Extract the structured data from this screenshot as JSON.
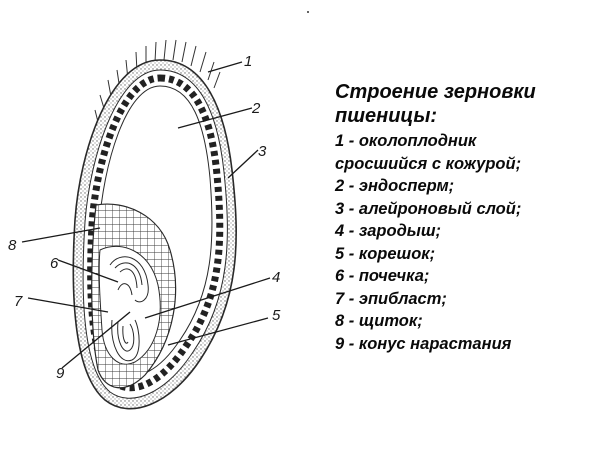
{
  "legend": {
    "title_line1": "Строение зерновки",
    "title_line2": "пшеницы:",
    "items": [
      {
        "number": "1",
        "text": "1 - околоплодник",
        "text_cont": "сросшийся с кожурой;"
      },
      {
        "number": "2",
        "text": "2 - эндосперм;"
      },
      {
        "number": "3",
        "text": "3 - алейроновый слой;"
      },
      {
        "number": "4",
        "text": "4 - зародыш;"
      },
      {
        "number": "5",
        "text": "5 - корешок;"
      },
      {
        "number": "6",
        "text": "6 - почечка;"
      },
      {
        "number": "7",
        "text": "7 - эпибласт;"
      },
      {
        "number": "8",
        "text": "8 - щиток;"
      },
      {
        "number": "9",
        "text": "9 - конус нарастания"
      }
    ]
  },
  "diagram": {
    "labels": {
      "l1": "1",
      "l2": "2",
      "l3": "3",
      "l4": "4",
      "l5": "5",
      "l6": "6",
      "l7": "7",
      "l8": "8",
      "l9": "9"
    },
    "colors": {
      "ink": "#2a2a2a",
      "paper": "#ffffff",
      "stipple": "#8a8a8a"
    }
  }
}
